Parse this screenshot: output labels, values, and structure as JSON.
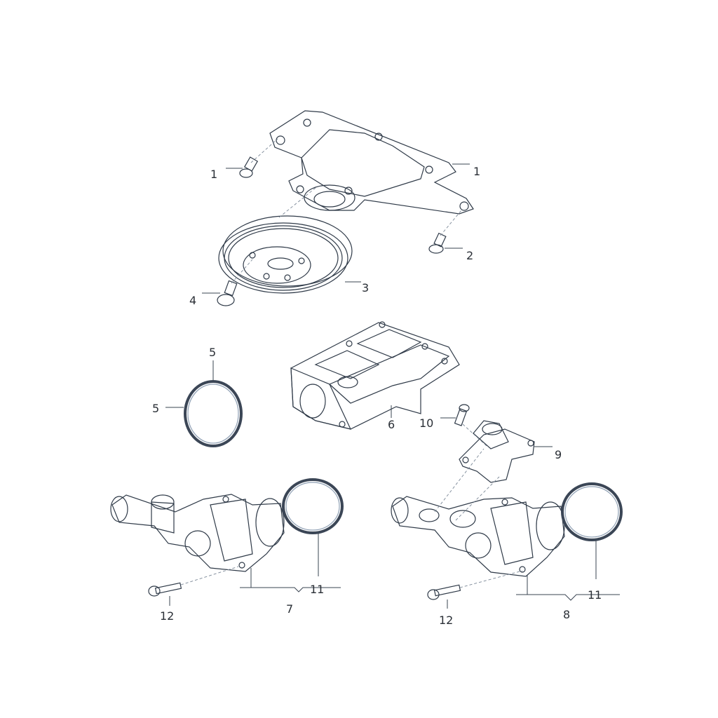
{
  "diagram": {
    "callouts": {
      "c1a": "1",
      "c1b": "1",
      "c2": "2",
      "c3": "3",
      "c4": "4",
      "c5a": "5",
      "c5b": "5",
      "c6": "6",
      "c7": "7",
      "c8": "8",
      "c9": "9",
      "c10": "10",
      "c11a": "11",
      "c11b": "11",
      "c12a": "12",
      "c12b": "12"
    },
    "colors": {
      "metal_light": "#e6edf5",
      "metal_mid": "#b9c7d6",
      "metal_dark": "#7b8ea3",
      "outline": "#2f3a48",
      "ring": "#3b4656"
    }
  }
}
